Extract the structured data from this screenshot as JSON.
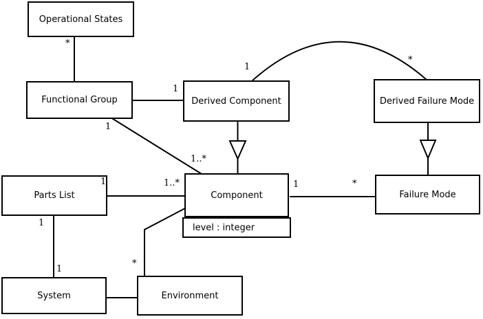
{
  "classes": {
    "operational_states": {
      "label": "Operational States"
    },
    "functional_group": {
      "label": "Functional Group"
    },
    "derived_component": {
      "label": "Derived Component"
    },
    "derived_failure_mode": {
      "label": "Derived Failure Mode"
    },
    "parts_list": {
      "label": "Parts List"
    },
    "component": {
      "label": "Component",
      "attribute": "level : integer"
    },
    "failure_mode": {
      "label": "Failure Mode"
    },
    "system": {
      "label": "System"
    },
    "environment": {
      "label": "Environment"
    }
  },
  "multiplicities": {
    "os_fg_star": "*",
    "fg_dc_one": "1",
    "arc_dc_one": "1",
    "arc_dfm_star": "*",
    "fg_comp_one": "1",
    "fg_comp_many": "1..*",
    "pl_comp_one": "1",
    "pl_comp_many": "1..*",
    "comp_fm_one": "1",
    "comp_fm_star": "*",
    "pl_sys_one_top": "1",
    "pl_sys_one_bottom": "1",
    "env_comp_star": "*"
  },
  "colors": {
    "line": "#000000",
    "class_fill": "#ffffff",
    "background": "#ffffff"
  }
}
